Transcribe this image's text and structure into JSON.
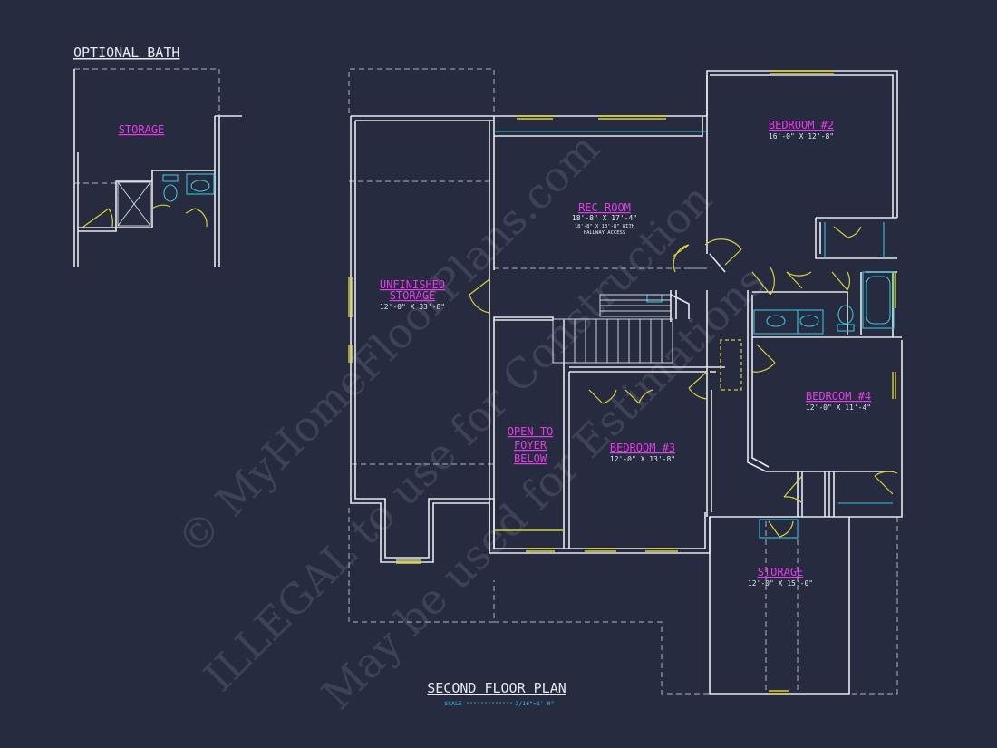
{
  "headings": {
    "optional_bath": "OPTIONAL BATH",
    "floor_plan": "SECOND FLOOR PLAN",
    "scale_label": "SCALE",
    "scale_value": "3/16\"=1'-0\""
  },
  "rooms": {
    "storage_optional": {
      "name": "STORAGE"
    },
    "rec_room": {
      "name": "REC ROOM",
      "dim": "18'-8\" X 17'-4\"",
      "note1": "18'-8\" X 13'-8\" WITH",
      "note2": "HALLWAY ACCESS"
    },
    "bedroom2": {
      "name": "BEDROOM #2",
      "dim": "16'-0\" X 12'-8\""
    },
    "unfinished_storage": {
      "name1": "UNFINISHED",
      "name2": "STORAGE",
      "dim": "12'-0\" X 33'-8\""
    },
    "open_to_foyer": {
      "line1": "OPEN TO",
      "line2": "FOYER",
      "line3": "BELOW"
    },
    "bedroom3": {
      "name": "BEDROOM #3",
      "dim": "12'-0\" X 13'-8\""
    },
    "bedroom4": {
      "name": "BEDROOM #4",
      "dim": "12'-0\" X 11'-4\""
    },
    "storage_main": {
      "name": "STORAGE",
      "dim": "12'-0\" X 15'-0\""
    }
  },
  "watermark": {
    "line1": "© MyHomeFloorPlans.com",
    "line2": "ILLEGAL to use for Construction",
    "line3": "May be used for Estimations"
  },
  "colors": {
    "background": "#262b40",
    "walls": "#e6e8ef",
    "labels": "#e83ae8",
    "fixtures": "#35c4d8",
    "windows_doors": "#d8d23a"
  }
}
